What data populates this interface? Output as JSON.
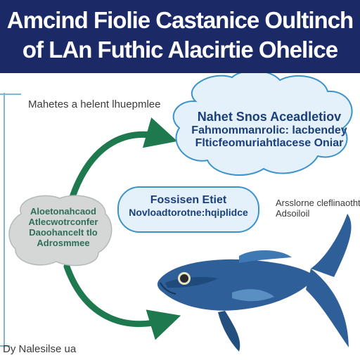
{
  "header": {
    "title_line1": "Amcind Fiolie Castanice Oultinch",
    "title_line2": "of LAn Futhic Alacirtie Ohelice"
  },
  "diagram": {
    "top_caption": "Mahetes a helent lhuepmlee",
    "cloud": {
      "line1": "Nahet Snos Aceadletiov",
      "line2": "Fahmommanrolic: lacbendey",
      "line3": "Flticfeomuriahtlacese Oniar"
    },
    "pill": {
      "line1": "Fossisen Etiet",
      "line2": "Novloadtorotne:hqiplidce"
    },
    "left_blob": {
      "line1": "Aloetonahcaod",
      "line2": "Atlecwotrconfer",
      "line3": "Daoohancelt tlo",
      "line4": "Adrosmmee"
    },
    "side_label": {
      "line1": "Arsslorne cleflinaotht",
      "line2": "Adsoiloil"
    },
    "bottom_caption": "Dy Nalesilse ua"
  },
  "colors": {
    "header_bg": "#1b2a66",
    "arrow_green": "#1e7a4e",
    "fish_blue": "#2e5f98",
    "cloud_fill": "#e4f1fa",
    "cloud_stroke": "#3b93c9",
    "blob_fill": "#d4d7d6"
  }
}
